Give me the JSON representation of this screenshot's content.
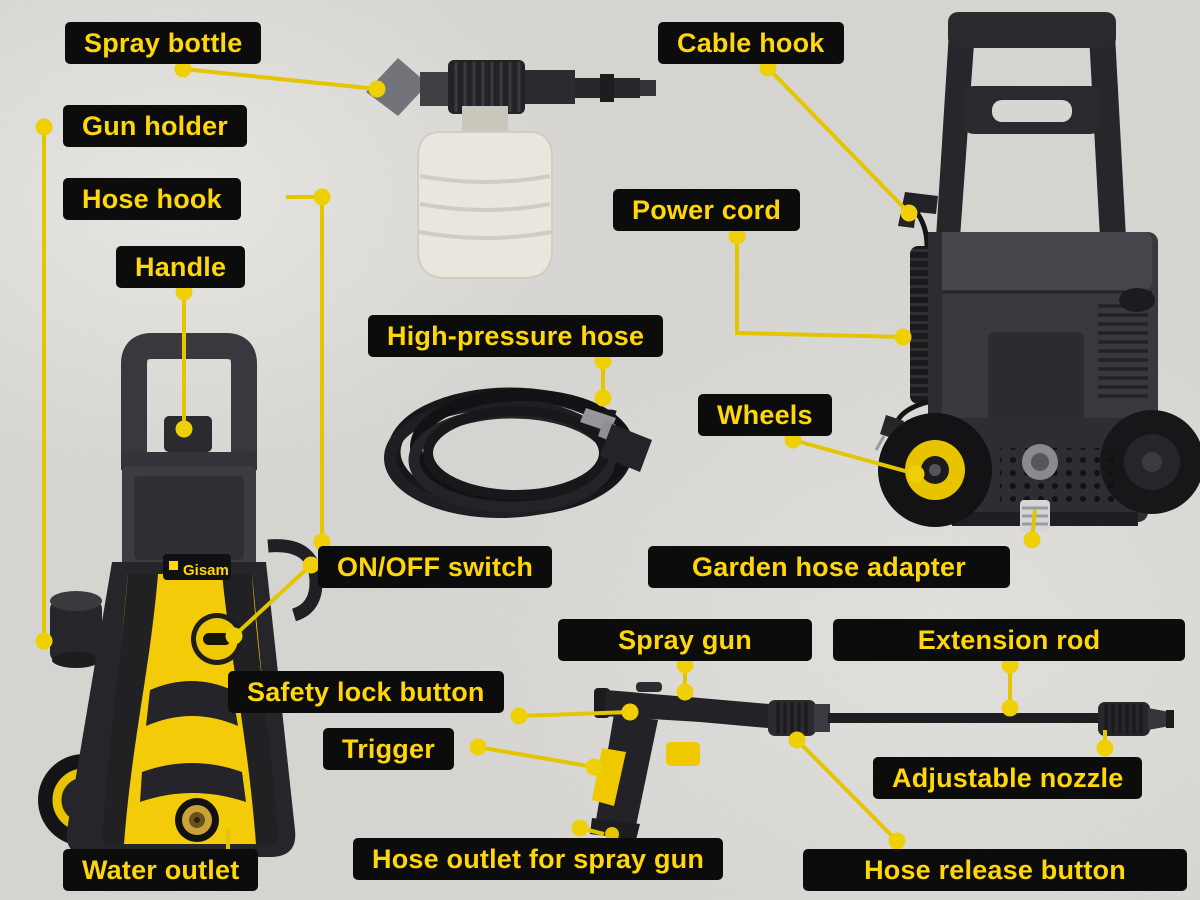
{
  "brand": "Gisam",
  "colors": {
    "background": "#d7d6d2",
    "label_bg": "#0c0c0c",
    "label_text": "#ffd60a",
    "leader_line": "#e3c500",
    "machine_yellow": "#f3cb08"
  },
  "labels": [
    {
      "id": "spray-bottle",
      "text": "Spray bottle"
    },
    {
      "id": "gun-holder",
      "text": "Gun holder"
    },
    {
      "id": "hose-hook",
      "text": "Hose hook"
    },
    {
      "id": "handle",
      "text": "Handle"
    },
    {
      "id": "cable-hook",
      "text": "Cable hook"
    },
    {
      "id": "power-cord",
      "text": "Power cord"
    },
    {
      "id": "high-pressure-hose",
      "text": "High-pressure hose"
    },
    {
      "id": "wheels",
      "text": "Wheels"
    },
    {
      "id": "on-off-switch",
      "text": "ON/OFF switch"
    },
    {
      "id": "garden-hose-adapter",
      "text": "Garden hose adapter"
    },
    {
      "id": "safety-lock-button",
      "text": "Safety lock button"
    },
    {
      "id": "spray-gun",
      "text": "Spray gun"
    },
    {
      "id": "extension-rod",
      "text": "Extension rod"
    },
    {
      "id": "trigger",
      "text": "Trigger"
    },
    {
      "id": "adjustable-nozzle",
      "text": "Adjustable nozzle"
    },
    {
      "id": "water-outlet",
      "text": "Water outlet"
    },
    {
      "id": "hose-outlet-for-spray-gun",
      "text": "Hose outlet for spray gun"
    },
    {
      "id": "hose-release-button",
      "text": "Hose release button"
    }
  ]
}
